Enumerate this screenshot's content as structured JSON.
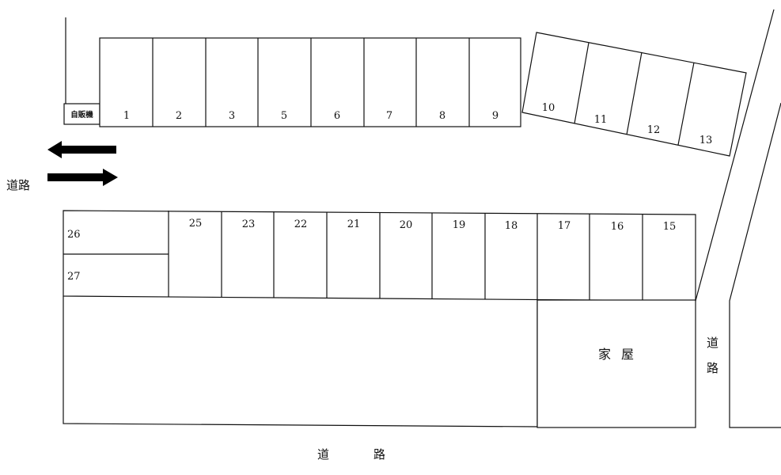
{
  "labels": {
    "vending_machine": "自販機",
    "road_left": "道路",
    "road_bottom_1": "道",
    "road_bottom_2": "路",
    "road_right_1": "道",
    "road_right_2": "路",
    "house_1": "家",
    "house_2": "屋"
  },
  "spaces": {
    "top_row": [
      "1",
      "2",
      "3",
      "5",
      "6",
      "7",
      "8",
      "9"
    ],
    "angled_row": [
      "10",
      "11",
      "12",
      "13"
    ],
    "bottom_row": [
      "25",
      "23",
      "22",
      "21",
      "20",
      "19",
      "18",
      "17",
      "16",
      "15"
    ],
    "left_stack": [
      "26",
      "27"
    ]
  }
}
